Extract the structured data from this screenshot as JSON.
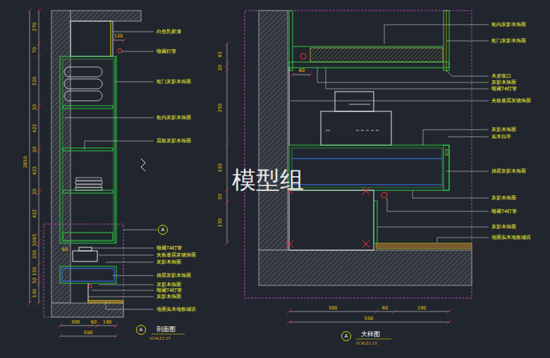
{
  "diagram": {
    "nodes": [
      {
        "text": [
          "A"
        ]
      },
      {
        "text": [
          "A"
        ]
      },
      {
        "text": [
          "A"
        ]
      }
    ],
    "labels": [
      "2850",
      "270",
      "70",
      "520",
      "20",
      "422",
      "20",
      "422",
      "20",
      "422",
      "65",
      "20",
      "250",
      "150",
      "50",
      "130",
      "120",
      "60",
      "白色乳胶漆",
      "暗藏灯管",
      "柜门灰影木饰面",
      "柜内灰影木饰面",
      "层板灰影木饰面",
      "暗藏T4灯管",
      "夹板基层灰镜饰面",
      "灰影木饰面",
      "抽屉灰影木饰面",
      "灰影木饰面",
      "暗藏T4灯管",
      "灰影木饰面",
      "地面实木地板铺设",
      "300",
      "60",
      "190",
      "550",
      "剖面图",
      "SCALE1:15",
      "65",
      "20",
      "250",
      "150",
      "50",
      "130",
      "60",
      "柜内灰影木饰面",
      "柜门灰影木饰面",
      "木皮收口",
      "灰影木饰面",
      "暗藏T4灯管",
      "夹板基层灰镜饰面",
      "灰影木饰面",
      "实木扣手",
      "抽屉灰影木饰面",
      "灰影木饰面",
      "暗藏T4灯管",
      "灰影木饰面",
      "地面实木地板铺设",
      "300",
      "60",
      "190",
      "550",
      "大样图",
      "SCALE1:15",
      "模型组"
    ]
  }
}
